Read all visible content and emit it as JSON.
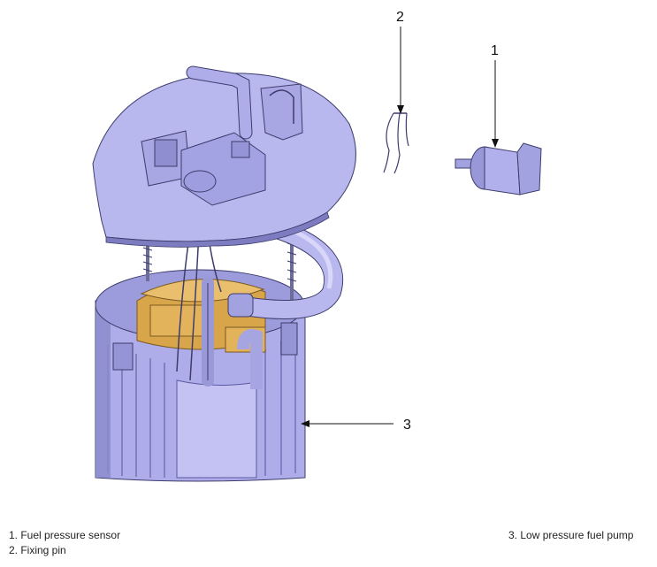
{
  "callouts": {
    "c1": "1",
    "c2": "2",
    "c3": "3"
  },
  "legend": {
    "item1": "1. Fuel pressure sensor",
    "item2": "2. Fixing pin",
    "item3": "3. Low pressure fuel pump"
  },
  "colors": {
    "body": "#b7b6ec",
    "body_dark": "#8f8ed0",
    "body_shadow": "#7c7bbf",
    "yellow": "#d9a54a",
    "yellow_light": "#e9bf6e",
    "outline": "#3d3c6c"
  }
}
